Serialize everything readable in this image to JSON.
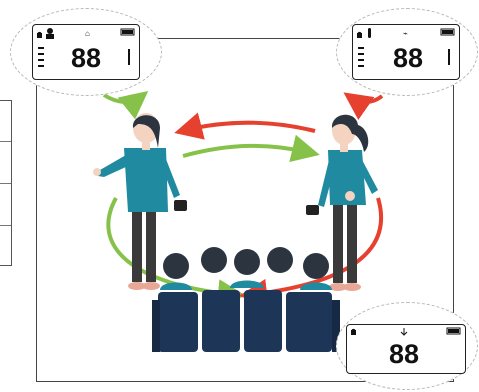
{
  "radios": {
    "left": {
      "display": "88"
    },
    "right": {
      "display": "88"
    },
    "bottom": {
      "display": "88"
    }
  },
  "icons": {
    "radio_icons": [
      "lock-icon",
      "person-icon",
      "headset-icon",
      "battery-icon",
      "signal-bars-icon",
      "thermometer-icon",
      "antenna-icon"
    ],
    "arrows": [
      "green-arrow",
      "red-arrow"
    ]
  },
  "colors": {
    "green_arrow": "#86c24a",
    "red_arrow": "#e6412f",
    "teal_shirt": "#1f8aa0",
    "seat_blue": "#1d3556",
    "hair_dark": "#2c3440",
    "pants_dark": "#3a3a3a",
    "skin": "#f4d3c0"
  }
}
